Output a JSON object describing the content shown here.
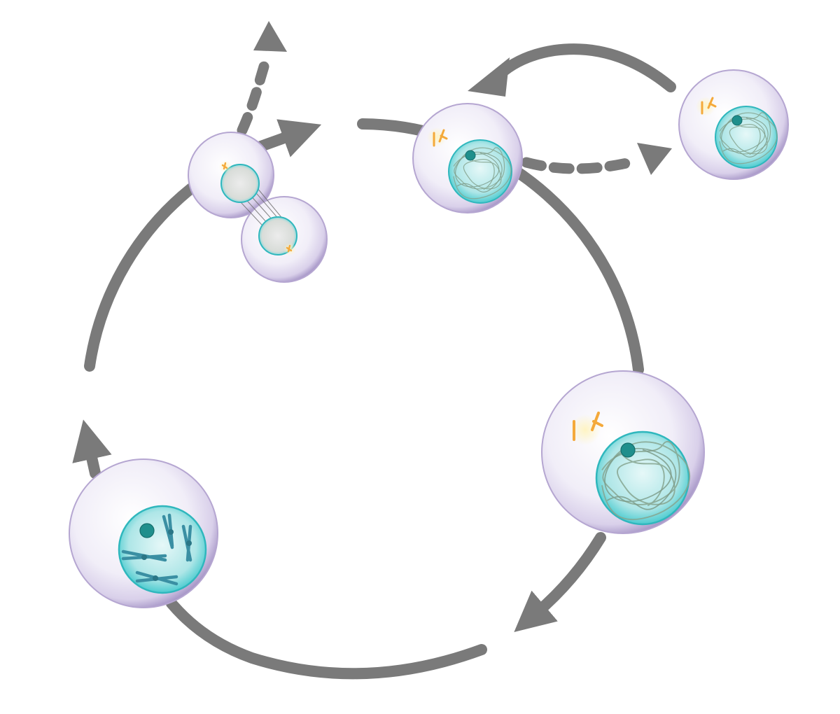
{
  "diagram": {
    "type": "cell-cycle",
    "labels": [],
    "colors": {
      "background": "#ffffff",
      "arrow": "#7a7a7a",
      "cell_membrane": "#b8a9d3",
      "cell_cytoplasm": "#f3f0fa",
      "nucleus": "#3fc4c8",
      "nucleus_light": "#d8f4f5",
      "chromatin": "#86a58f",
      "nucleolus": "#1f8f8c",
      "centriole": "#f4a93a",
      "chromosome": "#3a8fa3"
    },
    "stages": [
      {
        "id": "cytokinesis",
        "icon": "dividing-cell-icon"
      },
      {
        "id": "early-interphase",
        "icon": "small-cell-icon"
      },
      {
        "id": "resting-cell",
        "icon": "resting-cell-icon"
      },
      {
        "id": "grown-cell",
        "icon": "large-cell-icon"
      },
      {
        "id": "mitosis",
        "icon": "condensed-chromosomes-cell-icon"
      }
    ],
    "arrows": [
      {
        "id": "exit-arrow",
        "style": "dashed"
      },
      {
        "id": "resting-exit-arrow",
        "style": "dashed"
      },
      {
        "id": "resting-return-arrow",
        "style": "solid"
      },
      {
        "id": "cycle-arcs",
        "style": "solid"
      }
    ]
  }
}
